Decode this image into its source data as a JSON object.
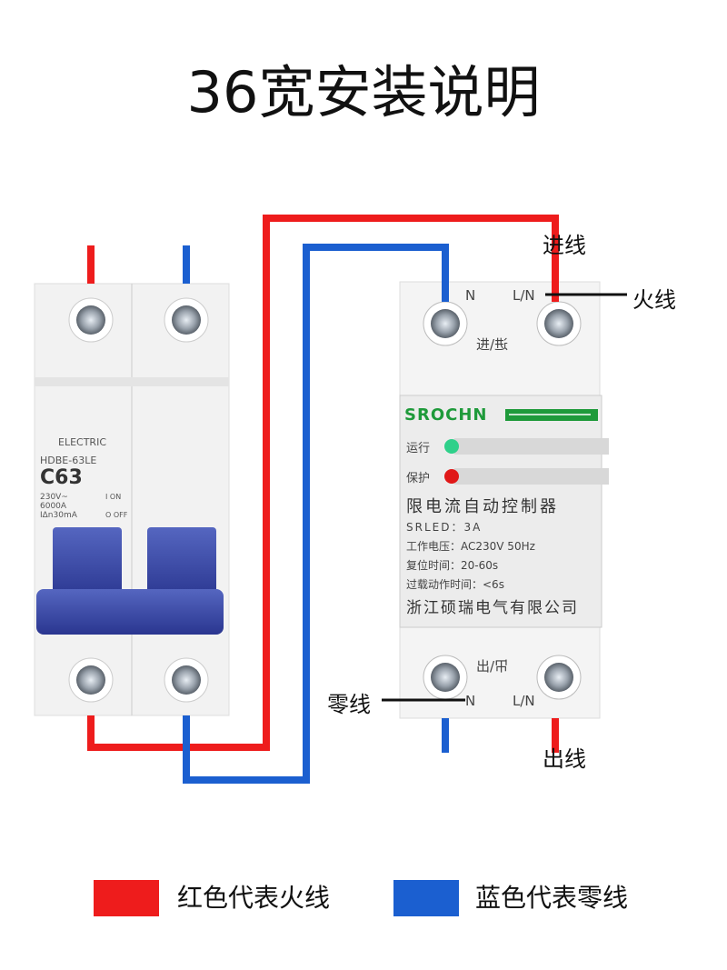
{
  "title": "36宽安装说明",
  "colors": {
    "live": "#ee1c1c",
    "neutral": "#1b5fd0",
    "brand_green": "#1e9a3a"
  },
  "breaker": {
    "brand": "ELECTRIC",
    "model": "HDBE-63LE",
    "rating": "C63",
    "specs": [
      "230V~",
      "6000A",
      "IΔn30mA"
    ],
    "on_label": "I ON",
    "off_label": "O OFF"
  },
  "controller": {
    "brand": "SROCHN",
    "top_labels": {
      "n": "N",
      "l": "L/N",
      "direction": "进/",
      "direction_mirror": "进"
    },
    "bottom_labels": {
      "n": "N",
      "l": "L/N",
      "direction": "出/",
      "direction_mirror": "出"
    },
    "indicators": [
      {
        "label": "运行",
        "color": "#2fd08a"
      },
      {
        "label": "保护",
        "color": "#e01818"
      }
    ],
    "product_name": "限电流自动控制器",
    "specs": [
      "SRLED：3A",
      "工作电压：AC230V 50Hz",
      "复位时间：20-60s",
      "过载动作时间：<6s"
    ],
    "manufacturer": "浙江硕瑞电气有限公司"
  },
  "annotations": {
    "incoming": "进线",
    "live": "火线",
    "neutral": "零线",
    "outgoing": "出线"
  },
  "legend": [
    {
      "label": "红色代表火线",
      "color": "#ee1c1c"
    },
    {
      "label": "蓝色代表零线",
      "color": "#1b5fd0"
    }
  ]
}
